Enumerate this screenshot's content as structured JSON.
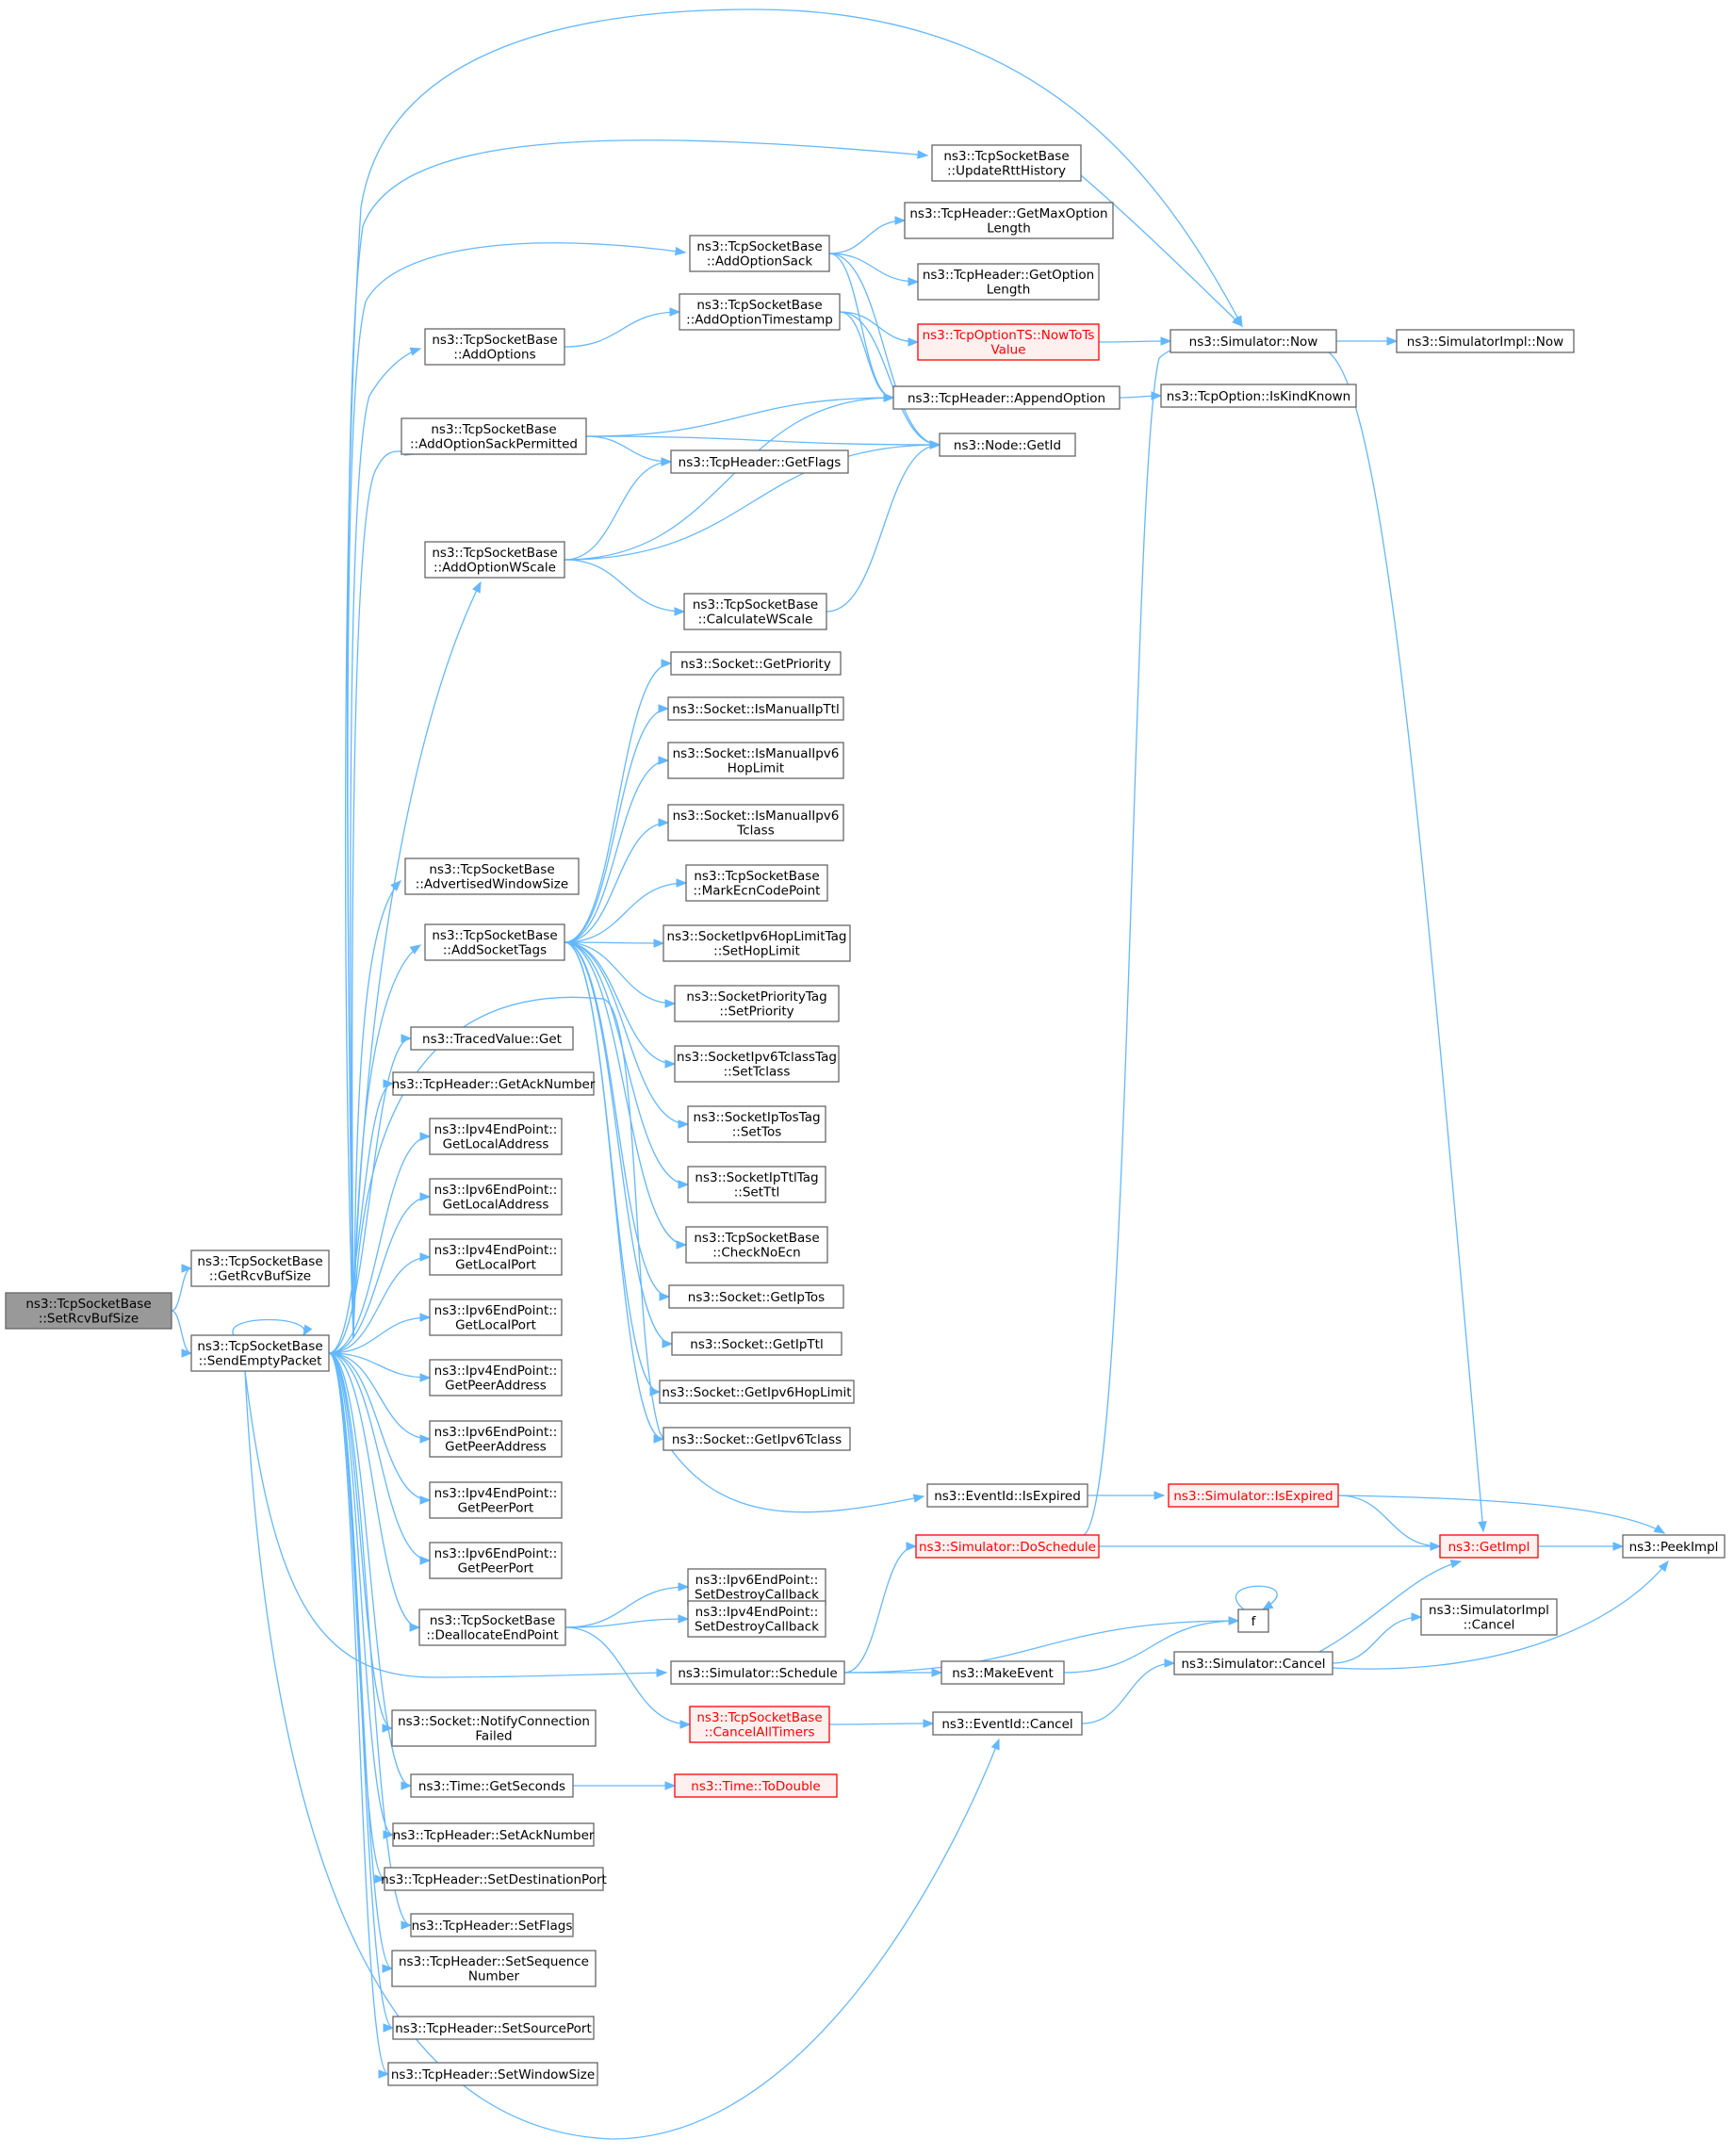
{
  "colors": {
    "edge": "#63b8ff",
    "node_border": "#666666",
    "current_fill": "#999999",
    "truncated_border": "#ff0000",
    "truncated_fill": "#fff0f0"
  },
  "nodes": [
    {
      "id": "setrcv",
      "lines": [
        "ns3::TcpSocketBase",
        "::SetRcvBufSize"
      ],
      "style": "current"
    },
    {
      "id": "getrcv",
      "lines": [
        "ns3::TcpSocketBase",
        "::GetRcvBufSize"
      ]
    },
    {
      "id": "sendempty",
      "lines": [
        "ns3::TcpSocketBase",
        "::SendEmptyPacket"
      ]
    },
    {
      "id": "updatertt",
      "lines": [
        "ns3::TcpSocketBase",
        "::UpdateRttHistory"
      ]
    },
    {
      "id": "addoptsack",
      "lines": [
        "ns3::TcpSocketBase",
        "::AddOptionSack"
      ]
    },
    {
      "id": "getmaxopt",
      "lines": [
        "ns3::TcpHeader::GetMaxOption",
        "Length"
      ]
    },
    {
      "id": "getoptlen",
      "lines": [
        "ns3::TcpHeader::GetOption",
        "Length"
      ]
    },
    {
      "id": "addoptions",
      "lines": [
        "ns3::TcpSocketBase",
        "::AddOptions"
      ]
    },
    {
      "id": "addoptts",
      "lines": [
        "ns3::TcpSocketBase",
        "::AddOptionTimestamp"
      ]
    },
    {
      "id": "nowtots",
      "lines": [
        "ns3::TcpOptionTS::NowToTs",
        "Value"
      ],
      "style": "truncated"
    },
    {
      "id": "simnow",
      "lines": [
        "ns3::Simulator::Now"
      ]
    },
    {
      "id": "simimplnow",
      "lines": [
        "ns3::SimulatorImpl::Now"
      ]
    },
    {
      "id": "appendopt",
      "lines": [
        "ns3::TcpHeader::AppendOption"
      ]
    },
    {
      "id": "iskindknown",
      "lines": [
        "ns3::TcpOption::IsKindKnown"
      ]
    },
    {
      "id": "addoptsackperm",
      "lines": [
        "ns3::TcpSocketBase",
        "::AddOptionSackPermitted"
      ]
    },
    {
      "id": "nodegetid",
      "lines": [
        "ns3::Node::GetId"
      ]
    },
    {
      "id": "getflags",
      "lines": [
        "ns3::TcpHeader::GetFlags"
      ]
    },
    {
      "id": "addoptwscale",
      "lines": [
        "ns3::TcpSocketBase",
        "::AddOptionWScale"
      ]
    },
    {
      "id": "calcwscale",
      "lines": [
        "ns3::TcpSocketBase",
        "::CalculateWScale"
      ]
    },
    {
      "id": "getpriority",
      "lines": [
        "ns3::Socket::GetPriority"
      ]
    },
    {
      "id": "ismanualipttl",
      "lines": [
        "ns3::Socket::IsManualIpTtl"
      ]
    },
    {
      "id": "ismanualipv6hop",
      "lines": [
        "ns3::Socket::IsManualIpv6",
        "HopLimit"
      ]
    },
    {
      "id": "ismanualipv6tclass",
      "lines": [
        "ns3::Socket::IsManualIpv6",
        "Tclass"
      ]
    },
    {
      "id": "markecn",
      "lines": [
        "ns3::TcpSocketBase",
        "::MarkEcnCodePoint"
      ]
    },
    {
      "id": "advwin",
      "lines": [
        "ns3::TcpSocketBase",
        "::AdvertisedWindowSize"
      ]
    },
    {
      "id": "addsockettags",
      "lines": [
        "ns3::TcpSocketBase",
        "::AddSocketTags"
      ]
    },
    {
      "id": "sethoplimit",
      "lines": [
        "ns3::SocketIpv6HopLimitTag",
        "::SetHopLimit"
      ]
    },
    {
      "id": "setpriority",
      "lines": [
        "ns3::SocketPriorityTag",
        "::SetPriority"
      ]
    },
    {
      "id": "settclass",
      "lines": [
        "ns3::SocketIpv6TclassTag",
        "::SetTclass"
      ]
    },
    {
      "id": "tracedget",
      "lines": [
        "ns3::TracedValue::Get"
      ]
    },
    {
      "id": "getacknum",
      "lines": [
        "ns3::TcpHeader::GetAckNumber"
      ]
    },
    {
      "id": "settos",
      "lines": [
        "ns3::SocketIpTosTag",
        "::SetTos"
      ]
    },
    {
      "id": "ipv4getlocaladdr",
      "lines": [
        "ns3::Ipv4EndPoint::",
        "GetLocalAddress"
      ]
    },
    {
      "id": "setttl",
      "lines": [
        "ns3::SocketIpTtlTag",
        "::SetTtl"
      ]
    },
    {
      "id": "ipv6getlocaladdr",
      "lines": [
        "ns3::Ipv6EndPoint::",
        "GetLocalAddress"
      ]
    },
    {
      "id": "checknoecn",
      "lines": [
        "ns3::TcpSocketBase",
        "::CheckNoEcn"
      ]
    },
    {
      "id": "ipv4getlocalport",
      "lines": [
        "ns3::Ipv4EndPoint::",
        "GetLocalPort"
      ]
    },
    {
      "id": "getiptos",
      "lines": [
        "ns3::Socket::GetIpTos"
      ]
    },
    {
      "id": "ipv6getlocalport",
      "lines": [
        "ns3::Ipv6EndPoint::",
        "GetLocalPort"
      ]
    },
    {
      "id": "getipttl",
      "lines": [
        "ns3::Socket::GetIpTtl"
      ]
    },
    {
      "id": "ipv4getpeeraddr",
      "lines": [
        "ns3::Ipv4EndPoint::",
        "GetPeerAddress"
      ]
    },
    {
      "id": "getipv6hop",
      "lines": [
        "ns3::Socket::GetIpv6HopLimit"
      ]
    },
    {
      "id": "ipv6getpeeraddr",
      "lines": [
        "ns3::Ipv6EndPoint::",
        "GetPeerAddress"
      ]
    },
    {
      "id": "getipv6tclass",
      "lines": [
        "ns3::Socket::GetIpv6Tclass"
      ]
    },
    {
      "id": "ipv4getpeerport",
      "lines": [
        "ns3::Ipv4EndPoint::",
        "GetPeerPort"
      ]
    },
    {
      "id": "isexpired",
      "lines": [
        "ns3::EventId::IsExpired"
      ]
    },
    {
      "id": "simisexpired",
      "lines": [
        "ns3::Simulator::IsExpired"
      ],
      "style": "truncated"
    },
    {
      "id": "ipv6getpeerport",
      "lines": [
        "ns3::Ipv6EndPoint::",
        "GetPeerPort"
      ]
    },
    {
      "id": "doschedule",
      "lines": [
        "ns3::Simulator::DoSchedule"
      ],
      "style": "truncated"
    },
    {
      "id": "getimpl",
      "lines": [
        "ns3::GetImpl"
      ],
      "style": "truncated"
    },
    {
      "id": "peekimpl",
      "lines": [
        "ns3::PeekImpl"
      ]
    },
    {
      "id": "ipv6setdestroy",
      "lines": [
        "ns3::Ipv6EndPoint::",
        "SetDestroyCallback"
      ]
    },
    {
      "id": "dealloc",
      "lines": [
        "ns3::TcpSocketBase",
        "::DeallocateEndPoint"
      ]
    },
    {
      "id": "ipv4setdestroy",
      "lines": [
        "ns3::Ipv4EndPoint::",
        "SetDestroyCallback"
      ]
    },
    {
      "id": "f",
      "lines": [
        "f"
      ]
    },
    {
      "id": "simimplcancel",
      "lines": [
        "ns3::SimulatorImpl",
        "::Cancel"
      ]
    },
    {
      "id": "schedule",
      "lines": [
        "ns3::Simulator::Schedule"
      ]
    },
    {
      "id": "makeevent",
      "lines": [
        "ns3::MakeEvent"
      ]
    },
    {
      "id": "simcancel",
      "lines": [
        "ns3::Simulator::Cancel"
      ]
    },
    {
      "id": "notifyconnfail",
      "lines": [
        "ns3::Socket::NotifyConnection",
        "Failed"
      ]
    },
    {
      "id": "cancelalltimers",
      "lines": [
        "ns3::TcpSocketBase",
        "::CancelAllTimers"
      ],
      "style": "truncated"
    },
    {
      "id": "eventcancel",
      "lines": [
        "ns3::EventId::Cancel"
      ]
    },
    {
      "id": "getseconds",
      "lines": [
        "ns3::Time::GetSeconds"
      ]
    },
    {
      "id": "todouble",
      "lines": [
        "ns3::Time::ToDouble"
      ],
      "style": "truncated"
    },
    {
      "id": "setacknum",
      "lines": [
        "ns3::TcpHeader::SetAckNumber"
      ]
    },
    {
      "id": "setdestport",
      "lines": [
        "ns3::TcpHeader::SetDestinationPort"
      ]
    },
    {
      "id": "setflags",
      "lines": [
        "ns3::TcpHeader::SetFlags"
      ]
    },
    {
      "id": "setseqnum",
      "lines": [
        "ns3::TcpHeader::SetSequence",
        "Number"
      ]
    },
    {
      "id": "setsrcport",
      "lines": [
        "ns3::TcpHeader::SetSourcePort"
      ]
    },
    {
      "id": "setwinsize",
      "lines": [
        "ns3::TcpHeader::SetWindowSize"
      ]
    }
  ],
  "edges": [
    [
      "setrcv",
      "getrcv"
    ],
    [
      "setrcv",
      "sendempty"
    ],
    [
      "sendempty",
      "simnow"
    ],
    [
      "sendempty",
      "updatertt"
    ],
    [
      "sendempty",
      "addoptsack"
    ],
    [
      "sendempty",
      "addoptions"
    ],
    [
      "sendempty",
      "addoptsackperm"
    ],
    [
      "sendempty",
      "addoptwscale"
    ],
    [
      "sendempty",
      "advwin"
    ],
    [
      "sendempty",
      "addsockettags"
    ],
    [
      "sendempty",
      "tracedget"
    ],
    [
      "sendempty",
      "getacknum"
    ],
    [
      "sendempty",
      "ipv4getlocaladdr"
    ],
    [
      "sendempty",
      "ipv6getlocaladdr"
    ],
    [
      "sendempty",
      "ipv4getlocalport"
    ],
    [
      "sendempty",
      "ipv6getlocalport"
    ],
    [
      "sendempty",
      "ipv4getpeeraddr"
    ],
    [
      "sendempty",
      "ipv6getpeeraddr"
    ],
    [
      "sendempty",
      "ipv4getpeerport"
    ],
    [
      "sendempty",
      "ipv6getpeerport"
    ],
    [
      "sendempty",
      "dealloc"
    ],
    [
      "sendempty",
      "isexpired"
    ],
    [
      "sendempty",
      "schedule"
    ],
    [
      "sendempty",
      "notifyconnfail"
    ],
    [
      "sendempty",
      "getseconds"
    ],
    [
      "sendempty",
      "setacknum"
    ],
    [
      "sendempty",
      "setdestport"
    ],
    [
      "sendempty",
      "setflags"
    ],
    [
      "sendempty",
      "setseqnum"
    ],
    [
      "sendempty",
      "setsrcport"
    ],
    [
      "sendempty",
      "setwinsize"
    ],
    [
      "sendempty",
      "eventcancel"
    ],
    [
      "sendempty",
      "sendempty"
    ],
    [
      "updatertt",
      "simnow"
    ],
    [
      "addoptsack",
      "getmaxopt"
    ],
    [
      "addoptsack",
      "getoptlen"
    ],
    [
      "addoptsack",
      "appendopt"
    ],
    [
      "addoptsack",
      "nodegetid"
    ],
    [
      "addoptions",
      "addoptts"
    ],
    [
      "addoptts",
      "nowtots"
    ],
    [
      "addoptts",
      "appendopt"
    ],
    [
      "addoptts",
      "nodegetid"
    ],
    [
      "nowtots",
      "simnow"
    ],
    [
      "simnow",
      "simimplnow"
    ],
    [
      "simnow",
      "getimpl"
    ],
    [
      "appendopt",
      "iskindknown"
    ],
    [
      "addoptsackperm",
      "appendopt"
    ],
    [
      "addoptsackperm",
      "nodegetid"
    ],
    [
      "addoptsackperm",
      "getflags"
    ],
    [
      "addoptwscale",
      "getflags"
    ],
    [
      "addoptwscale",
      "appendopt"
    ],
    [
      "addoptwscale",
      "nodegetid"
    ],
    [
      "addoptwscale",
      "calcwscale"
    ],
    [
      "calcwscale",
      "nodegetid"
    ],
    [
      "addsockettags",
      "getpriority"
    ],
    [
      "addsockettags",
      "ismanualipttl"
    ],
    [
      "addsockettags",
      "ismanualipv6hop"
    ],
    [
      "addsockettags",
      "ismanualipv6tclass"
    ],
    [
      "addsockettags",
      "markecn"
    ],
    [
      "addsockettags",
      "sethoplimit"
    ],
    [
      "addsockettags",
      "setpriority"
    ],
    [
      "addsockettags",
      "settclass"
    ],
    [
      "addsockettags",
      "settos"
    ],
    [
      "addsockettags",
      "setttl"
    ],
    [
      "addsockettags",
      "checknoecn"
    ],
    [
      "addsockettags",
      "getiptos"
    ],
    [
      "addsockettags",
      "getipttl"
    ],
    [
      "addsockettags",
      "getipv6hop"
    ],
    [
      "addsockettags",
      "getipv6tclass"
    ],
    [
      "isexpired",
      "simisexpired"
    ],
    [
      "simisexpired",
      "getimpl"
    ],
    [
      "simisexpired",
      "peekimpl"
    ],
    [
      "doschedule",
      "simnow"
    ],
    [
      "doschedule",
      "getimpl"
    ],
    [
      "getimpl",
      "peekimpl"
    ],
    [
      "dealloc",
      "ipv6setdestroy"
    ],
    [
      "dealloc",
      "ipv4setdestroy"
    ],
    [
      "dealloc",
      "cancelalltimers"
    ],
    [
      "schedule",
      "doschedule"
    ],
    [
      "schedule",
      "f"
    ],
    [
      "schedule",
      "makeevent"
    ],
    [
      "makeevent",
      "f"
    ],
    [
      "f",
      "f"
    ],
    [
      "cancelalltimers",
      "eventcancel"
    ],
    [
      "eventcancel",
      "simcancel"
    ],
    [
      "simcancel",
      "getimpl"
    ],
    [
      "simcancel",
      "simimplcancel"
    ],
    [
      "simcancel",
      "peekimpl"
    ],
    [
      "getseconds",
      "todouble"
    ]
  ]
}
